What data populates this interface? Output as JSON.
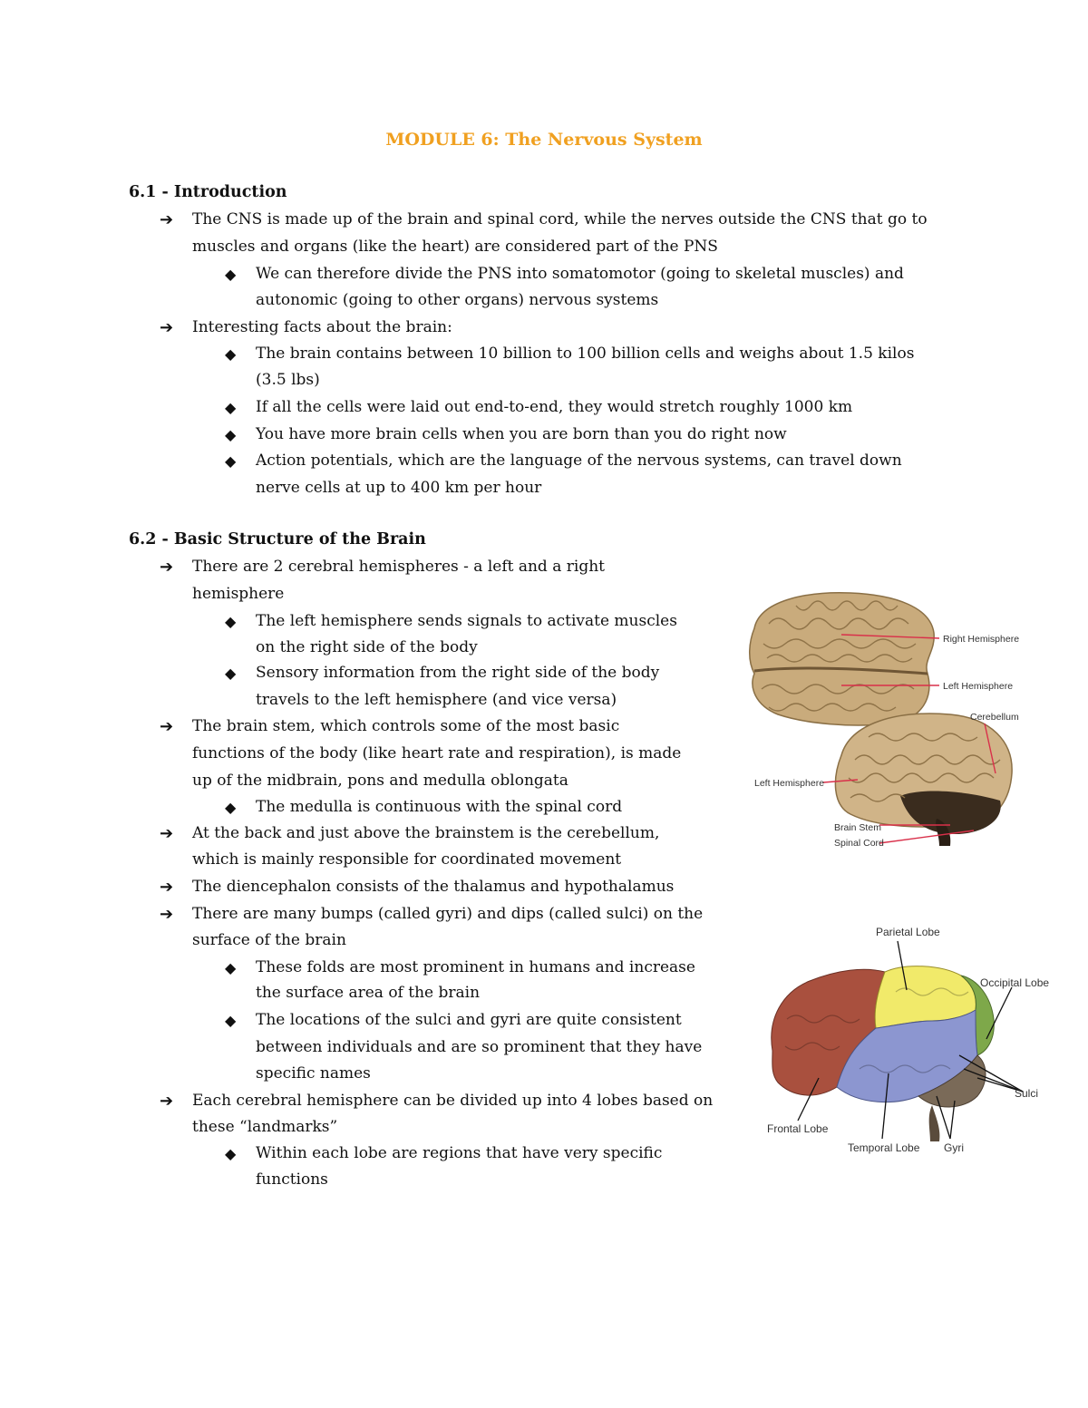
{
  "doc": {
    "title": "MODULE 6: The Nervous System",
    "section1": {
      "heading": "6.1 - Introduction",
      "lines": [
        "The CNS is made up of the brain and spinal cord, while the nerves outside the CNS that go to",
        "muscles and organs (like the heart) are considered part of the PNS",
        "We can therefore divide the PNS into somatomotor (going to skeletal muscles) and",
        "autonomic (going to other organs) nervous systems",
        "Interesting facts about the brain:",
        "The brain contains between 10 billion to 100 billion cells and weighs about 1.5 kilos",
        "(3.5 lbs)",
        "If all the cells were laid out end-to-end, they would stretch roughly 1000 km",
        "You have more brain cells when you are born than you do right now",
        "Action potentials, which are the language of the nervous systems, can travel down",
        "nerve cells at up to 400 km per hour"
      ]
    },
    "section2": {
      "heading": "6.2 - Basic Structure of the Brain",
      "lines": [
        "There are 2 cerebral hemispheres - a left and a right",
        "hemisphere",
        "The left hemisphere sends signals to activate muscles",
        "on the right side of the body",
        "Sensory information from the right side of the body",
        "travels to the left hemisphere (and vice versa)",
        "The brain stem, which controls some of the most basic",
        "functions of the body (like heart rate and respiration), is made",
        "up of the midbrain, pons and medulla oblongata",
        "The medulla is continuous with the spinal cord",
        "At the back and just above the brainstem is the cerebellum,",
        "which is mainly responsible for coordinated movement",
        "The diencephalon consists of the thalamus and hypothalamus",
        "There are many bumps (called gyri) and dips (called sulci) on the",
        "surface of the brain",
        "These folds are most prominent in humans and increase",
        "the surface area of the brain",
        "The locations of the sulci and gyri are quite consistent",
        "between individuals and are so prominent that they have",
        "specific names",
        "Each cerebral hemisphere can be divided up into 4 lobes based on",
        "these “landmarks”",
        "Within each lobe are regions that have very specific",
        "functions"
      ]
    },
    "marks": {
      "arrow": "➔",
      "diamond": "◆"
    },
    "figure1": {
      "labels": {
        "right_hemisphere": "Right Hemisphere",
        "left_hemisphere_top": "Left Hemisphere",
        "cerebellum": "Cerebellum",
        "left_hemisphere_bottom": "Left Hemisphere",
        "brain_stem": "Brain Stem",
        "spinal_cord": "Spinal Cord"
      },
      "colors": {
        "brain": "#c9ab7c",
        "line": "#d9304a"
      }
    },
    "figure2": {
      "labels": {
        "parietal": "Parietal Lobe",
        "occipital": "Occipital Lobe",
        "sulci": "Sulci",
        "frontal": "Frontal Lobe",
        "temporal": "Temporal Lobe",
        "gyri": "Gyri"
      },
      "colors": {
        "frontal": "#a9503e",
        "parietal": "#f1ea6a",
        "occipital": "#7ea84a",
        "temporal": "#8c96d0",
        "cerebellum": "#7a6a58"
      }
    }
  }
}
